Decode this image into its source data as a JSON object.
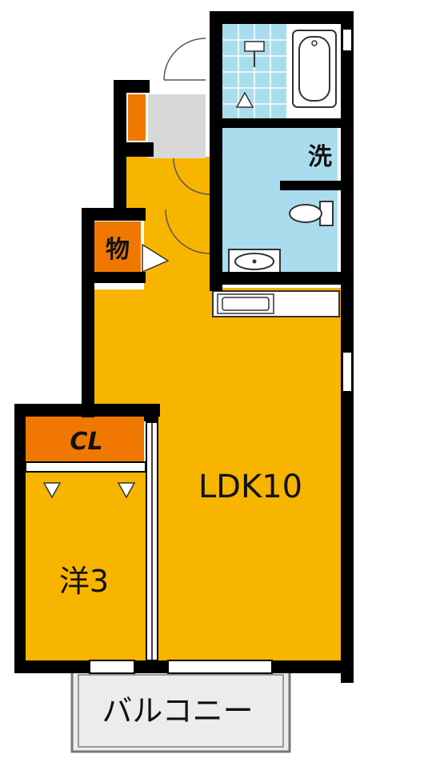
{
  "colors": {
    "wall": "#000000",
    "room": "#F7B500",
    "closet": "#F07800",
    "wet": "#A9DDEE",
    "entry": "#D8D8D8",
    "balcony": "#ECECEC",
    "window": "#FFFFFF"
  },
  "rooms": {
    "ldk": "LDK10",
    "western": "洋3",
    "closet": "CL",
    "storage": "物",
    "laundry": "洗",
    "balcony": "バルコニー"
  },
  "icons": [
    "bathtub-icon",
    "shower-icon",
    "toilet-icon",
    "washbasin-icon",
    "kitchen-sink-icon",
    "shoe-cabinet-icon",
    "door-swing-icon"
  ]
}
